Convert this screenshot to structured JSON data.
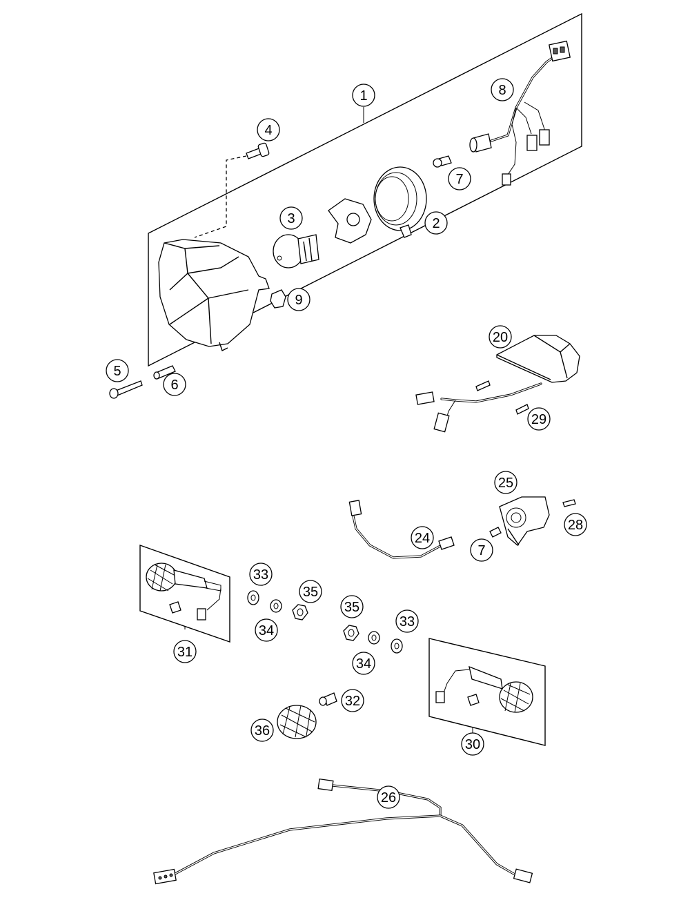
{
  "callouts": [
    {
      "id": "c1",
      "label": "1"
    },
    {
      "id": "c2",
      "label": "2"
    },
    {
      "id": "c3",
      "label": "3"
    },
    {
      "id": "c4",
      "label": "4"
    },
    {
      "id": "c5",
      "label": "5"
    },
    {
      "id": "c6",
      "label": "6"
    },
    {
      "id": "c7a",
      "label": "7"
    },
    {
      "id": "c7b",
      "label": "7"
    },
    {
      "id": "c8",
      "label": "8"
    },
    {
      "id": "c9",
      "label": "9"
    },
    {
      "id": "c20",
      "label": "20"
    },
    {
      "id": "c24",
      "label": "24"
    },
    {
      "id": "c25",
      "label": "25"
    },
    {
      "id": "c26",
      "label": "26"
    },
    {
      "id": "c28",
      "label": "28"
    },
    {
      "id": "c29",
      "label": "29"
    },
    {
      "id": "c30",
      "label": "30"
    },
    {
      "id": "c31",
      "label": "31"
    },
    {
      "id": "c32",
      "label": "32"
    },
    {
      "id": "c33a",
      "label": "33"
    },
    {
      "id": "c33b",
      "label": "33"
    },
    {
      "id": "c34a",
      "label": "34"
    },
    {
      "id": "c34b",
      "label": "34"
    },
    {
      "id": "c35a",
      "label": "35"
    },
    {
      "id": "c35b",
      "label": "35"
    },
    {
      "id": "c36",
      "label": "36"
    }
  ]
}
